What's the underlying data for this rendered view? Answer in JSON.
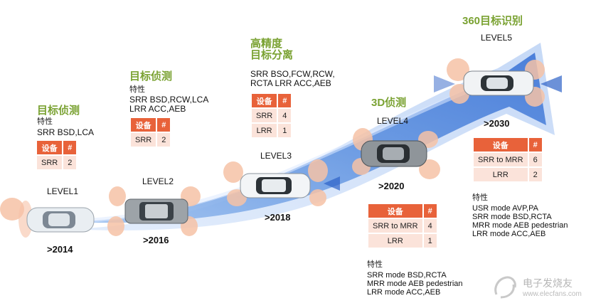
{
  "levels": [
    {
      "title": "目标侦测",
      "level_label": "LEVEL1",
      "year": ">2014",
      "features_heading": "特性",
      "features": [
        "SRR BSD,LCA"
      ],
      "table_header": [
        "设备",
        "#"
      ],
      "table_rows": [
        [
          "SRR",
          "2"
        ]
      ]
    },
    {
      "title": "目标侦测",
      "level_label": "LEVEL2",
      "year": ">2016",
      "features_heading": "特性",
      "features": [
        "SRR BSD,RCW,LCA",
        "LRR ACC,AEB"
      ],
      "table_header": [
        "设备",
        "#"
      ],
      "table_rows": [
        [
          "SRR",
          "2"
        ]
      ]
    },
    {
      "title_lines": [
        "高精度",
        "目标分离"
      ],
      "level_label": "LEVEL3",
      "year": ">2018",
      "features": [
        "SRR BSO,FCW,RCW,",
        "RCTA LRR ACC,AEB"
      ],
      "table_header": [
        "设备",
        "#"
      ],
      "table_rows": [
        [
          "SRR",
          "4"
        ],
        [
          "LRR",
          "1"
        ]
      ]
    },
    {
      "title": "3D侦测",
      "level_label": "LEVEL4",
      "year": ">2020",
      "features_heading": "特性",
      "features": [
        "SRR mode BSD,RCTA",
        "MRR mode AEB pedestrian",
        "LRR mode ACC,AEB"
      ],
      "table_header": [
        "设备",
        "#"
      ],
      "table_rows": [
        [
          "SRR to MRR",
          "4"
        ],
        [
          "LRR",
          "1"
        ]
      ]
    },
    {
      "title": "360目标识别",
      "level_label": "LEVEL5",
      "year": ">2030",
      "features_heading": "特性",
      "features": [
        "USR mode AVP,PA",
        "SRR mode BSD,RCTA",
        "MRR mode AEB pedestrian",
        "LRR mode ACC,AEB"
      ],
      "table_header": [
        "设备",
        "#"
      ],
      "table_rows": [
        [
          "SRR to MRR",
          "6"
        ],
        [
          "LRR",
          "2"
        ]
      ]
    }
  ],
  "watermark": {
    "brand": "电子发烧友",
    "url": "www.elecfans.com"
  },
  "colors": {
    "title_green": "#7aa232",
    "table_header": "#e8623a",
    "table_cell": "#fbe3da",
    "road_blue": "#6f9ee0",
    "radar_lobe": "#f6c2a6"
  }
}
